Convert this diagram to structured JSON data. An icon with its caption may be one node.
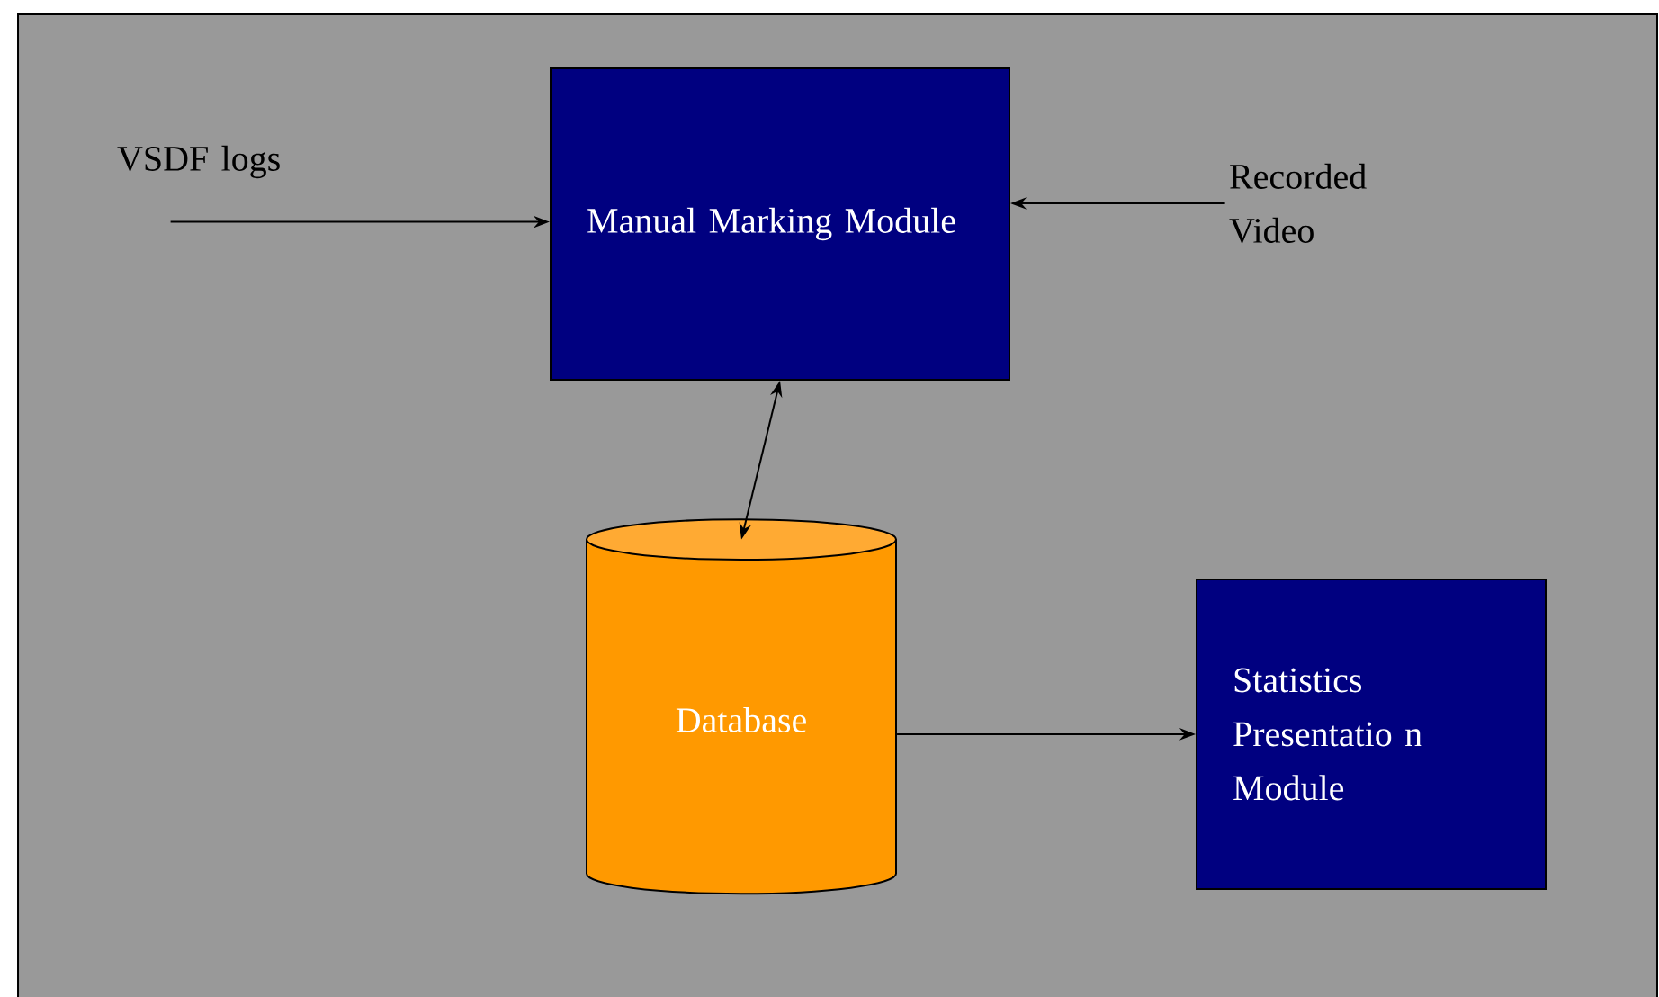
{
  "diagram": {
    "nodes": [
      {
        "text": [
          "VSDF logs"
        ]
      },
      {
        "text": [
          "Manual Marking Module"
        ]
      },
      {
        "text": [
          "Recorded Video"
        ]
      },
      {
        "text": [
          "Database"
        ]
      },
      {
        "text": [
          "Statistics Presentatio n Module"
        ]
      }
    ],
    "edges": [
      {
        "from": 0,
        "to": 1,
        "arrow": "to"
      },
      {
        "from": 2,
        "to": 1,
        "arrow": "to"
      },
      {
        "from": 1,
        "to": 3,
        "arrow": "both"
      },
      {
        "from": 3,
        "to": 4,
        "arrow": "to"
      }
    ]
  }
}
